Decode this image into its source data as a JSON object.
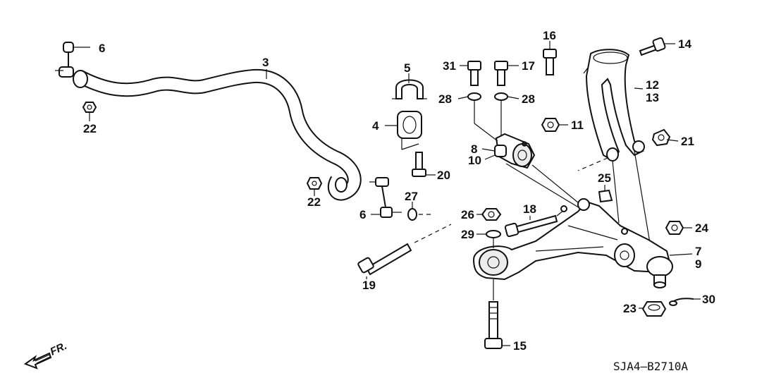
{
  "diagram_code": "SJA4—B2710A",
  "front_marker": "FR.",
  "callouts": [
    {
      "id": "c6a",
      "text": "6"
    },
    {
      "id": "c3",
      "text": "3"
    },
    {
      "id": "c22a",
      "text": "22"
    },
    {
      "id": "c5",
      "text": "5"
    },
    {
      "id": "c4",
      "text": "4"
    },
    {
      "id": "c20",
      "text": "20"
    },
    {
      "id": "c22b",
      "text": "22"
    },
    {
      "id": "c6b",
      "text": "6"
    },
    {
      "id": "c27",
      "text": "27"
    },
    {
      "id": "c19",
      "text": "19"
    },
    {
      "id": "c31",
      "text": "31"
    },
    {
      "id": "c17",
      "text": "17"
    },
    {
      "id": "c16",
      "text": "16"
    },
    {
      "id": "c28a",
      "text": "28"
    },
    {
      "id": "c28b",
      "text": "28"
    },
    {
      "id": "c8",
      "text": "8"
    },
    {
      "id": "c10",
      "text": "10"
    },
    {
      "id": "c11",
      "text": "11"
    },
    {
      "id": "c14",
      "text": "14"
    },
    {
      "id": "c12",
      "text": "12"
    },
    {
      "id": "c13",
      "text": "13"
    },
    {
      "id": "c21",
      "text": "21"
    },
    {
      "id": "c25",
      "text": "25"
    },
    {
      "id": "c18",
      "text": "18"
    },
    {
      "id": "c26",
      "text": "26"
    },
    {
      "id": "c29",
      "text": "29"
    },
    {
      "id": "c24",
      "text": "24"
    },
    {
      "id": "c7",
      "text": "7"
    },
    {
      "id": "c9",
      "text": "9"
    },
    {
      "id": "c23",
      "text": "23"
    },
    {
      "id": "c30",
      "text": "30"
    },
    {
      "id": "c15",
      "text": "15"
    }
  ]
}
